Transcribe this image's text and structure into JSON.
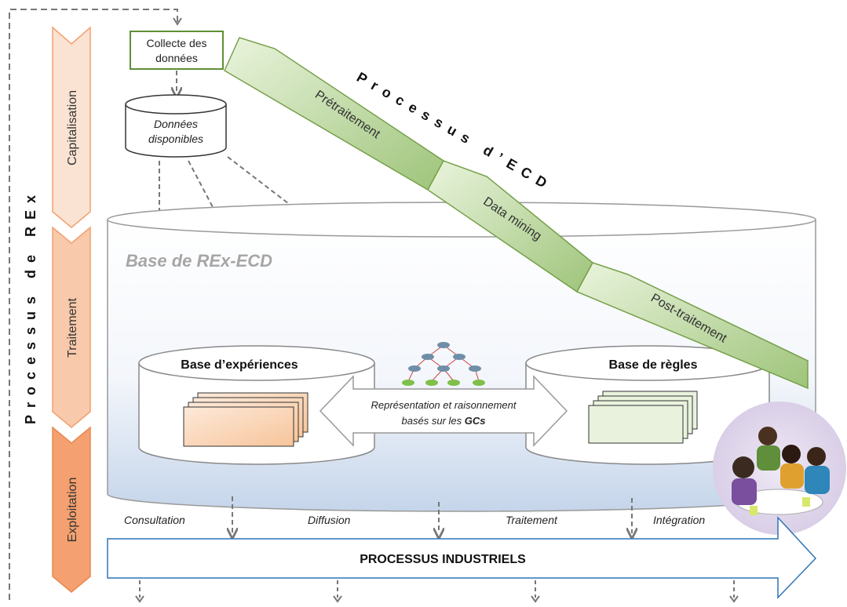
{
  "phases": [
    {
      "label": "Capitalisation",
      "color": "#fbe3d3"
    },
    {
      "label": "Traitement",
      "color": "#f8c9aa"
    },
    {
      "label": "Exploitation",
      "color": "#f4a070"
    }
  ],
  "rex_process_label": "Processus de REx",
  "collect_label": "Collecte des données",
  "data_available_label": "Données disponibles",
  "rex_base_label": "Base de REx-ECD",
  "experience_base_label": "Base d’expériences",
  "rules_base_label": "Base de règles",
  "representation_label_line1": "Représentation et raisonnement",
  "representation_label_line2_prefix": "basés sur les ",
  "representation_label_line2_bold": "GCs",
  "ecd_process_label": "Processus d’ECD",
  "ecd_steps": [
    "Prétraitement",
    "Data mining",
    "Post-traitement"
  ],
  "exploitation_actions": [
    "Consultation",
    "Diffusion",
    "Traitement",
    "Intégration"
  ],
  "industrial_label": "PROCESSUS INDUSTRIELS",
  "colors": {
    "green_step": "#c9e0b0",
    "green_border": "#76a04a",
    "blue_border": "#2e75b6",
    "orange_phase": "#f4a070"
  }
}
